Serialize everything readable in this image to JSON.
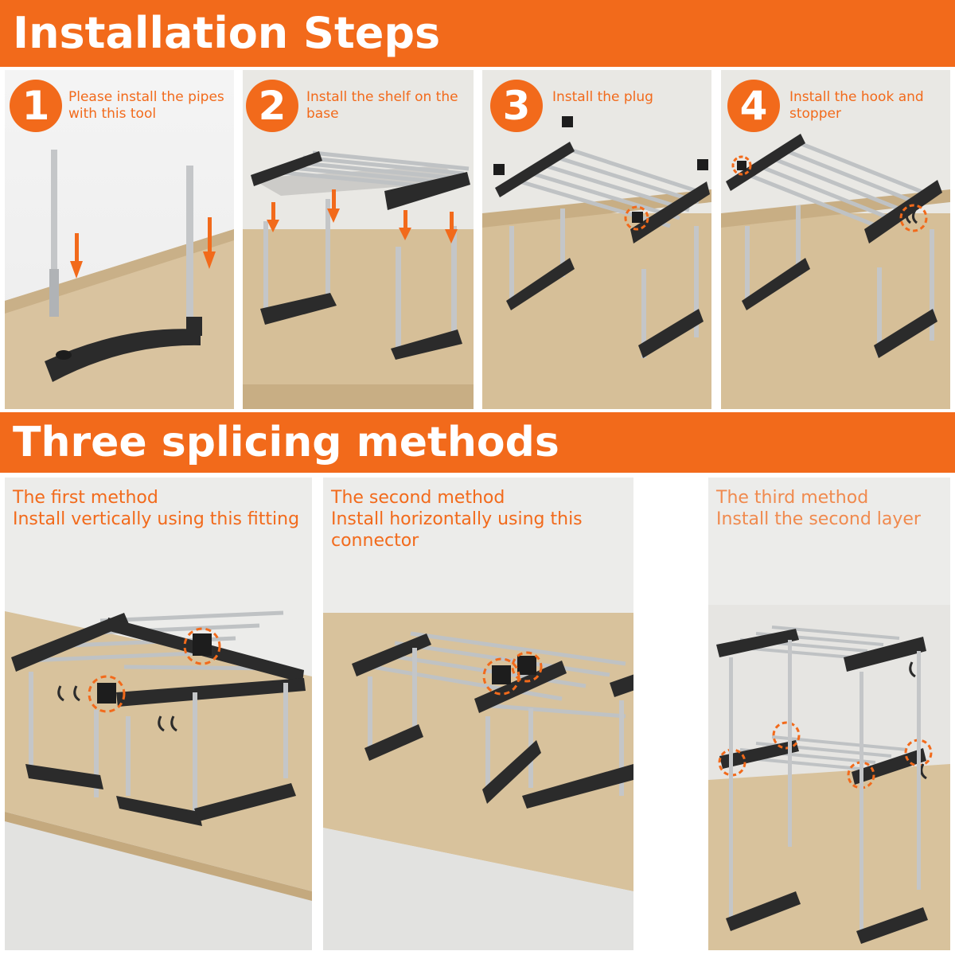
{
  "header": {
    "title": "Installation Steps"
  },
  "steps": [
    {
      "number": "1",
      "text": "Please install the pipes with this tool"
    },
    {
      "number": "2",
      "text": "Install the shelf on the base"
    },
    {
      "number": "3",
      "text": "Install the plug"
    },
    {
      "number": "4",
      "text": "Install the hook and stopper"
    }
  ],
  "section2": {
    "title": "Three splicing methods"
  },
  "methods": [
    {
      "title": "The first method",
      "text": "Install vertically using this fitting"
    },
    {
      "title": "The second method",
      "text": "Install horizontally using this connector"
    },
    {
      "title": "The third method",
      "text": "Install the second layer"
    }
  ],
  "colors": {
    "accent": "#f26a1b",
    "shelf": "#2b2b2b",
    "pipe": "#b9bcbf",
    "wood": "#d8c29c"
  }
}
